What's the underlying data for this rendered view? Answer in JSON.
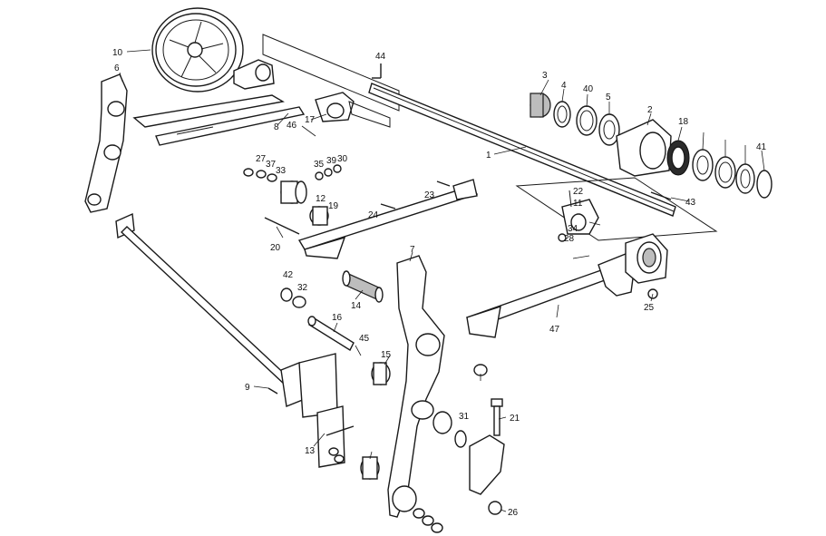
{
  "callouts": [
    "1",
    "2",
    "3",
    "4",
    "5",
    "6",
    "7",
    "8",
    "9",
    "10",
    "11",
    "12",
    "13",
    "14",
    "15",
    "16",
    "17",
    "18",
    "19",
    "20",
    "21",
    "22",
    "23",
    "24",
    "25",
    "26",
    "27",
    "28",
    "30",
    "31",
    "32",
    "33",
    "34",
    "35",
    "37",
    "39",
    "40",
    "41",
    "42",
    "43",
    "44",
    "45",
    "46",
    "47"
  ]
}
